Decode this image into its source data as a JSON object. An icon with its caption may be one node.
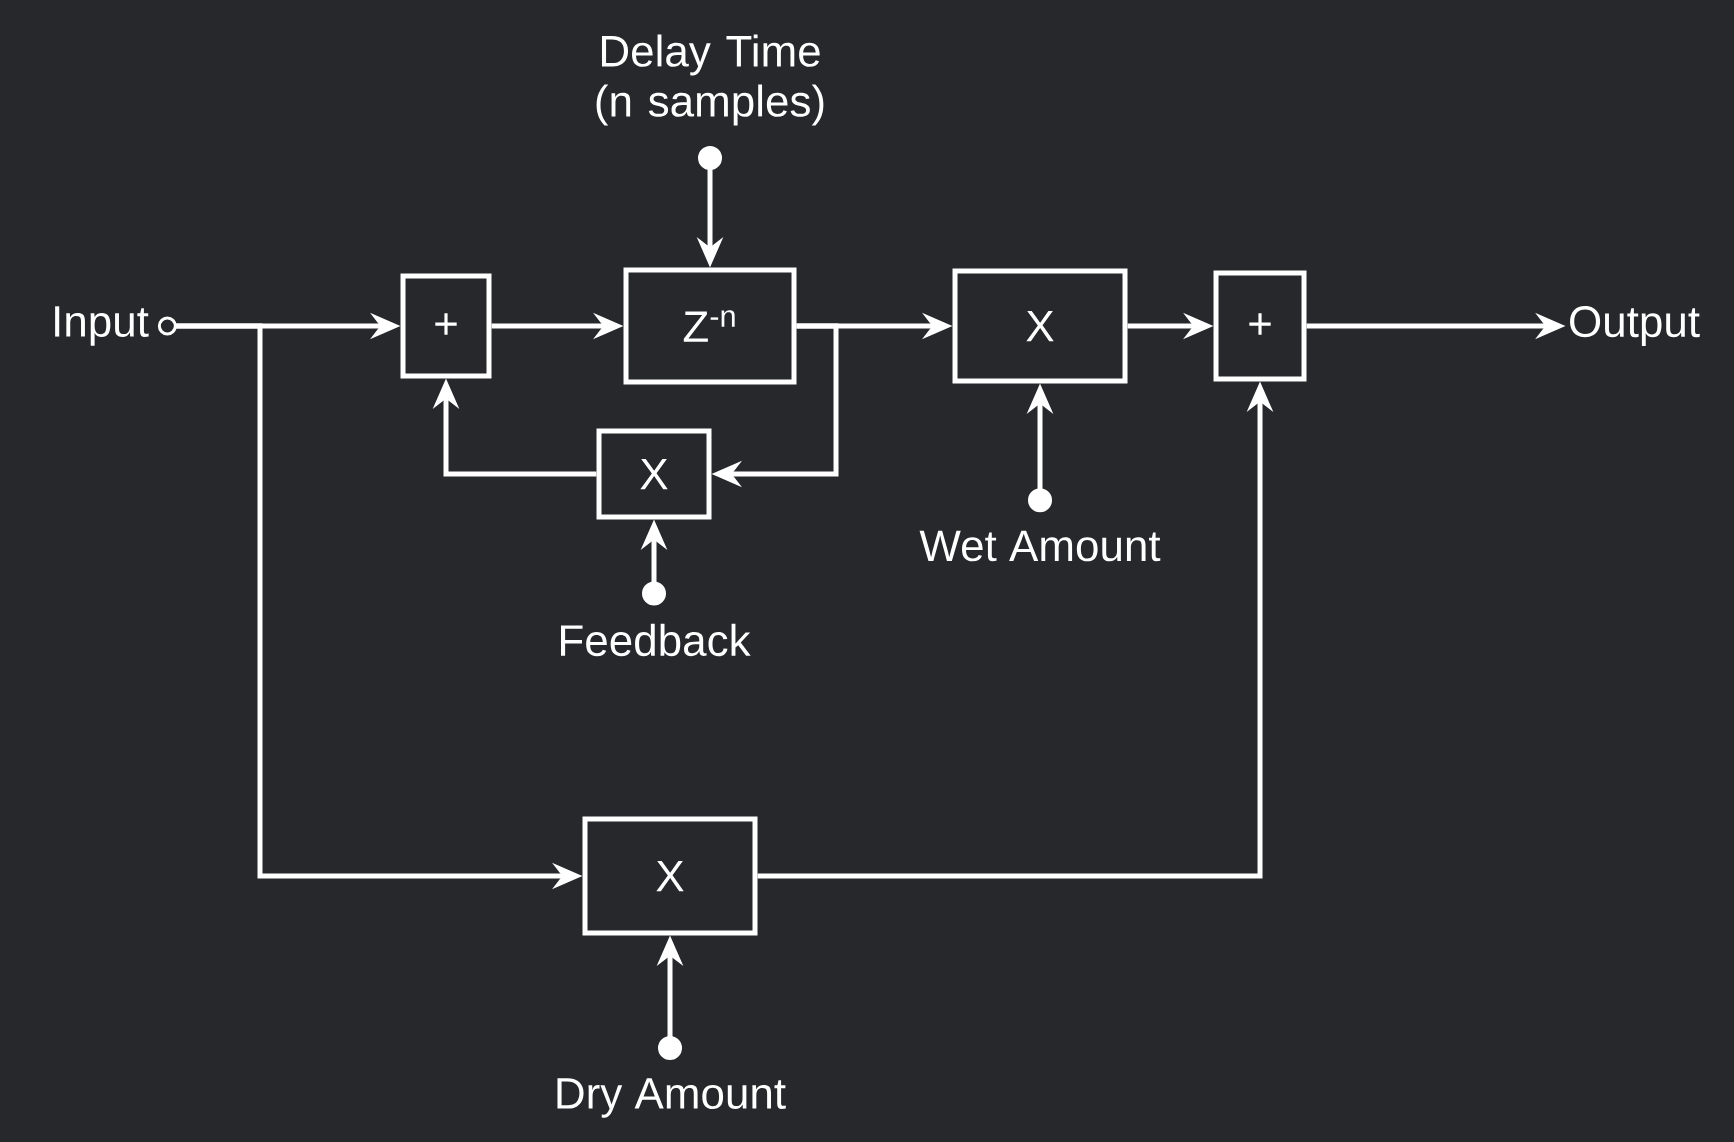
{
  "diagram": {
    "nodes": [
      {
        "text": [
          "Input"
        ]
      },
      {
        "text": [
          "+"
        ]
      },
      {
        "text": [
          "Z$^{-n}$"
        ]
      },
      {
        "text": [
          "X"
        ]
      },
      {
        "text": [
          "+"
        ]
      },
      {
        "text": [
          "Output"
        ]
      },
      {
        "text": [
          "Delay Time (n samples)"
        ]
      },
      {
        "text": [
          "X"
        ]
      },
      {
        "text": [
          "Wet Amount"
        ]
      },
      {
        "text": [
          "Feedback"
        ]
      },
      {
        "text": [
          "X"
        ]
      },
      {
        "text": [
          "Dry Amount"
        ]
      }
    ],
    "edges": [
      {
        "from": 0,
        "to": 1,
        "arrow": "to"
      },
      {
        "from": 0,
        "to": 10,
        "arrow": "to"
      },
      {
        "from": 1,
        "to": 2,
        "arrow": "to"
      },
      {
        "from": 2,
        "to": 3,
        "arrow": "to"
      },
      {
        "from": 2,
        "to": 7,
        "arrow": "to"
      },
      {
        "from": 7,
        "to": 1,
        "arrow": "to"
      },
      {
        "from": 3,
        "to": 4,
        "arrow": "to"
      },
      {
        "from": 4,
        "to": 5,
        "arrow": "to"
      },
      {
        "from": 6,
        "to": 2,
        "arrow": "to"
      },
      {
        "from": 8,
        "to": 3,
        "arrow": "to"
      },
      {
        "from": 9,
        "to": 7,
        "arrow": "to"
      },
      {
        "from": 11,
        "to": 10,
        "arrow": "to"
      },
      {
        "from": 10,
        "to": 4,
        "arrow": "to"
      }
    ]
  }
}
